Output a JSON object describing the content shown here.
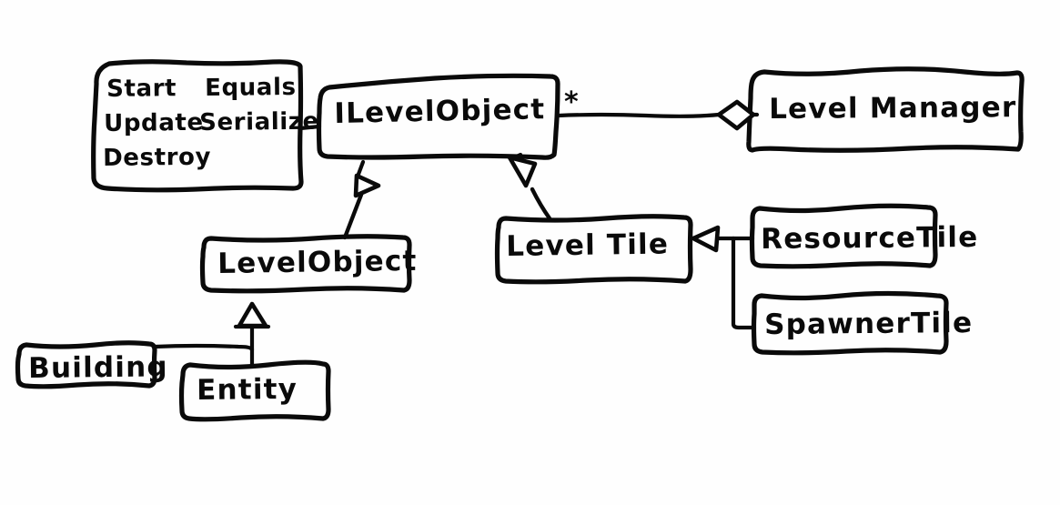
{
  "diagram": {
    "title": "UML class diagram (hand-drawn)",
    "style": "hand-drawn sketch",
    "ink_color": "#0a0a0a",
    "background_color": "#ffffff"
  },
  "notes": {
    "methods_note": {
      "name": "methods-note",
      "lines": [
        {
          "left": "Start",
          "right": "Equals"
        },
        {
          "left": "Update",
          "right": "Serialize"
        },
        {
          "left": "Destroy",
          "right": ""
        }
      ],
      "line1_left": "Start",
      "line1_right": "Equals",
      "line2_left": "Update",
      "line2_right": "Serialize",
      "line3_left": "Destroy"
    }
  },
  "classes": {
    "ilevelobject": {
      "name": "ILevelObject",
      "kind": "interface"
    },
    "levelmanager": {
      "name": "Level Manager",
      "kind": "class"
    },
    "levelobject": {
      "name": "LevelObject",
      "kind": "class"
    },
    "leveltile": {
      "name": "Level Tile",
      "kind": "class"
    },
    "resourcetile": {
      "name": "ResourceTile",
      "kind": "class"
    },
    "spawnertile": {
      "name": "SpawnerTile",
      "kind": "class"
    },
    "building": {
      "name": "Building",
      "kind": "class"
    },
    "entity": {
      "name": "Entity",
      "kind": "class"
    }
  },
  "relationships": {
    "aggregation": {
      "from": "Level Manager",
      "to": "ILevelObject",
      "type": "aggregation",
      "multiplicity": "*"
    },
    "levelobject_implements": {
      "from": "LevelObject",
      "to": "ILevelObject",
      "type": "generalization"
    },
    "leveltile_implements": {
      "from": "Level Tile",
      "to": "ILevelObject",
      "type": "generalization"
    },
    "resourcetile_extends": {
      "from": "ResourceTile",
      "to": "Level Tile",
      "type": "generalization"
    },
    "spawnertile_extends": {
      "from": "SpawnerTile",
      "to": "Level Tile",
      "type": "generalization"
    },
    "building_extends": {
      "from": "Building",
      "to": "LevelObject",
      "type": "generalization"
    },
    "entity_extends": {
      "from": "Entity",
      "to": "LevelObject",
      "type": "generalization"
    },
    "note_link": {
      "from": "methods-note",
      "to": "ILevelObject",
      "type": "note-anchor"
    }
  }
}
